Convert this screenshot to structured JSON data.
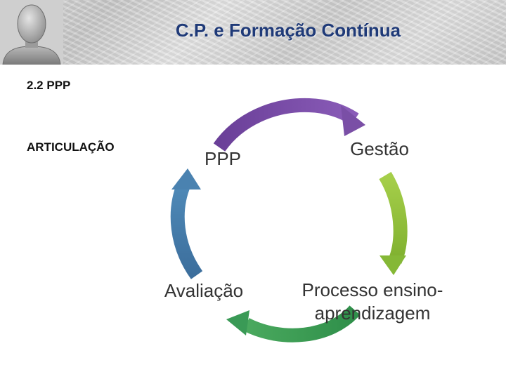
{
  "header": {
    "title": "C.P. e Formação Contínua",
    "avatar_icon": "person-silhouette-icon"
  },
  "section_label": "2.2 PPP",
  "side_label": "ARTICULAÇÃO",
  "cycle": {
    "nodes": [
      "PPP",
      "Gestão",
      "Processo ensino-aprendizagem",
      "Avaliação"
    ],
    "arrows": [
      {
        "from": "PPP",
        "to": "Gestão",
        "color": "#7a4fa6"
      },
      {
        "from": "Gestão",
        "to": "Processo ensino-aprendizagem",
        "color": "#8bbb3a"
      },
      {
        "from": "Processo ensino-aprendizagem",
        "to": "Avaliação",
        "color": "#3a9a56"
      },
      {
        "from": "Avaliação",
        "to": "PPP",
        "color": "#3f78a6"
      }
    ]
  },
  "labels": {
    "ppp": "PPP",
    "gestao": "Gestão",
    "avaliacao": "Avaliação",
    "processo_line1": "Processo ensino-",
    "processo_line2": "aprendizagem"
  }
}
